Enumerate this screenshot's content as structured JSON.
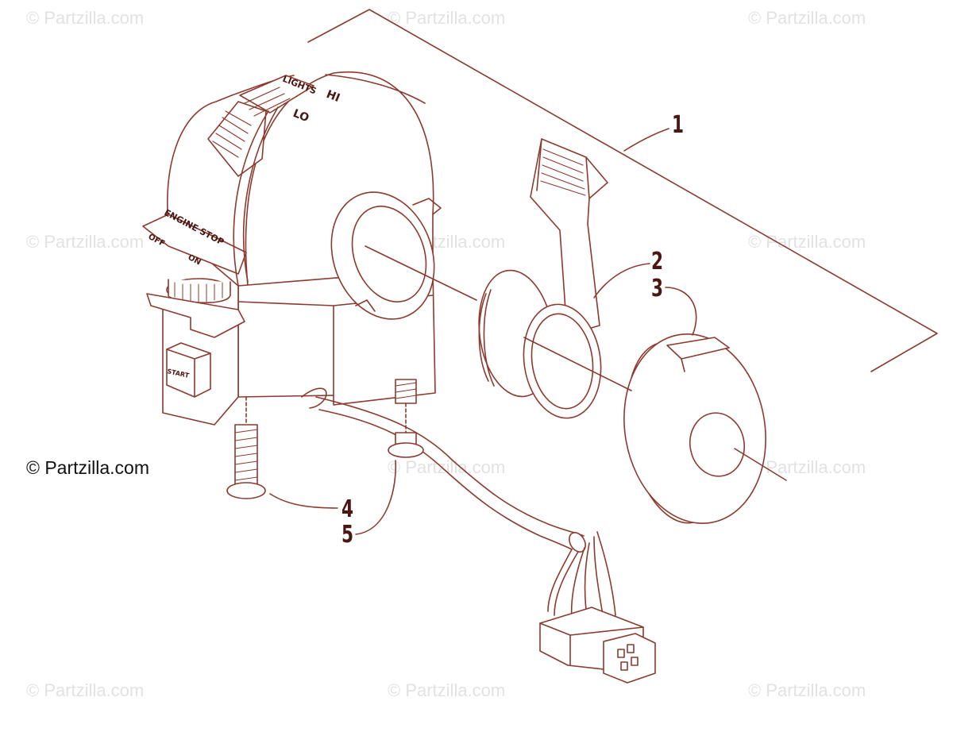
{
  "watermark_text": "© Partzilla.com",
  "copyright_text": "© Partzilla.com",
  "callouts": [
    "1",
    "2",
    "3",
    "4",
    "5"
  ],
  "labels": {
    "lights": "LIGHTS",
    "hi": "HI",
    "lo": "LO",
    "engine_stop": "ENGINE STOP",
    "off": "OFF",
    "on": "ON",
    "start": "START"
  },
  "colors": {
    "line": "#8c3a2e",
    "label": "#4a1713",
    "watermark": "#e2e2e2"
  }
}
